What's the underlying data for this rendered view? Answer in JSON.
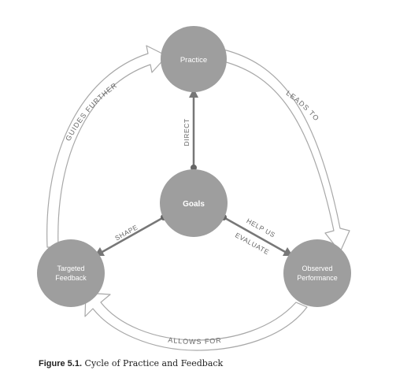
{
  "nodes": {
    "practice": {
      "label": "Practice"
    },
    "goals": {
      "label": "Goals"
    },
    "observed": {
      "line1": "Observed",
      "line2": "Performance"
    },
    "targeted": {
      "line1": "Targeted",
      "line2": "Feedback"
    }
  },
  "arrows": {
    "leads_to": "LEADS TO",
    "allows_for": "ALLOWS FOR",
    "guides_further": "GUIDES FURTHER"
  },
  "spokes": {
    "direct": "DIRECT",
    "shape": "SHAPE",
    "help_us": "HELP US",
    "evaluate": "EVALUATE"
  },
  "caption": {
    "label": "Figure 5.1.",
    "text": "Cycle of Practice and Feedback"
  },
  "colors": {
    "node_fill": "#9e9e9e",
    "arrow_stroke": "#a8a8a8",
    "text_gray": "#666666"
  }
}
